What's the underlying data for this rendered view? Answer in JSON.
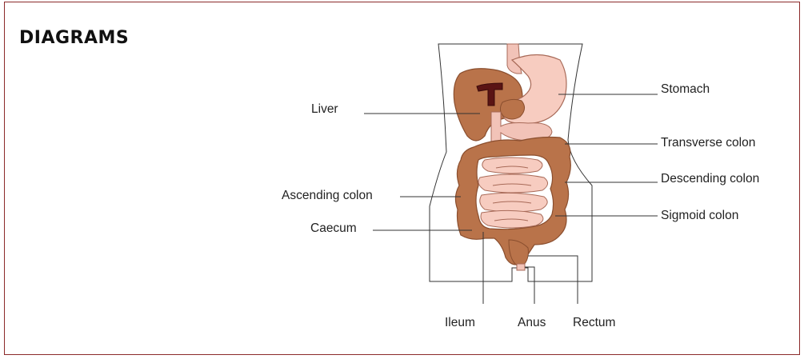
{
  "page": {
    "heading": "DIAGRAMS"
  },
  "diagram": {
    "labels": {
      "stomach": "Stomach",
      "liver": "Liver",
      "transverse_colon": "Transverse colon",
      "descending_colon": "Descending colon",
      "ascending_colon": "Ascending colon",
      "sigmoid_colon": "Sigmoid colon",
      "caecum": "Caecum",
      "ileum": "Ileum",
      "anus": "Anus",
      "rectum": "Rectum"
    },
    "colors": {
      "organ": "#b9734a",
      "organ_outline": "#8a4e2e",
      "small_intestine": "#f7ccc0",
      "small_intestine_outline": "#a86a58",
      "gallbladder": "#5a1414",
      "frame": "#8b2a2a",
      "line": "#333333"
    }
  }
}
